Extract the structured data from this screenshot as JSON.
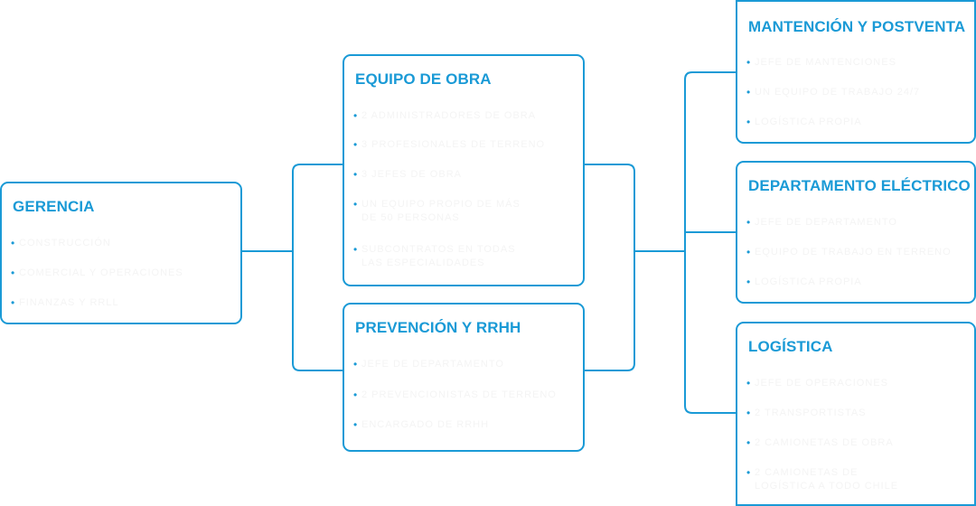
{
  "colors": {
    "accent": "#1a9ad6",
    "item_text": "#f4f4f4",
    "background": "#ffffff"
  },
  "bullet_glyph": "•",
  "gerencia": {
    "title": "GERENCIA",
    "items": [
      "CONSTRUCCIÓN",
      "COMERCIAL Y OPERACIONES",
      "FINANZAS Y RRLL"
    ]
  },
  "equipo_obra": {
    "title": "EQUIPO DE OBRA",
    "items": [
      "2 ADMINISTRADORES DE OBRA",
      "3 PROFESIONALES DE TERRENO",
      "3 JEFES DE OBRA",
      "UN EQUIPO PROPIO DE MÁS DE 50 PERSONAS",
      "SUBCONTRATOS EN TODAS LAS ESPECIALIDADES"
    ]
  },
  "prevencion": {
    "title": "PREVENCIÓN Y RRHH",
    "items": [
      "JEFE DE DEPARTAMENTO",
      "2 PREVENCIONISTAS DE TERRENO",
      "ENCARGADO DE RRHH"
    ]
  },
  "mantencion": {
    "title": "MANTENCIÓN Y POSTVENTA",
    "items": [
      "JEFE DE MANTENCIONES",
      "UN EQUIPO DE TRABAJO 24/7",
      "LOGÍSTICA PROPIA"
    ]
  },
  "electrico": {
    "title": "DEPARTAMENTO ELÉCTRICO",
    "items": [
      "JEFE DE DEPARTAMENTO",
      "EQUIPO DE TRABAJO EN TERRENO",
      "LOGÍSTICA PROPIA"
    ]
  },
  "logistica": {
    "title": "LOGÍSTICA",
    "items": [
      "JEFE DE OPERACIONES",
      "2 TRANSPORTISTAS",
      "2 CAMIONETAS DE OBRA",
      "2 CAMIONETAS DE LOGÍSTICA A TODO CHILE"
    ]
  }
}
